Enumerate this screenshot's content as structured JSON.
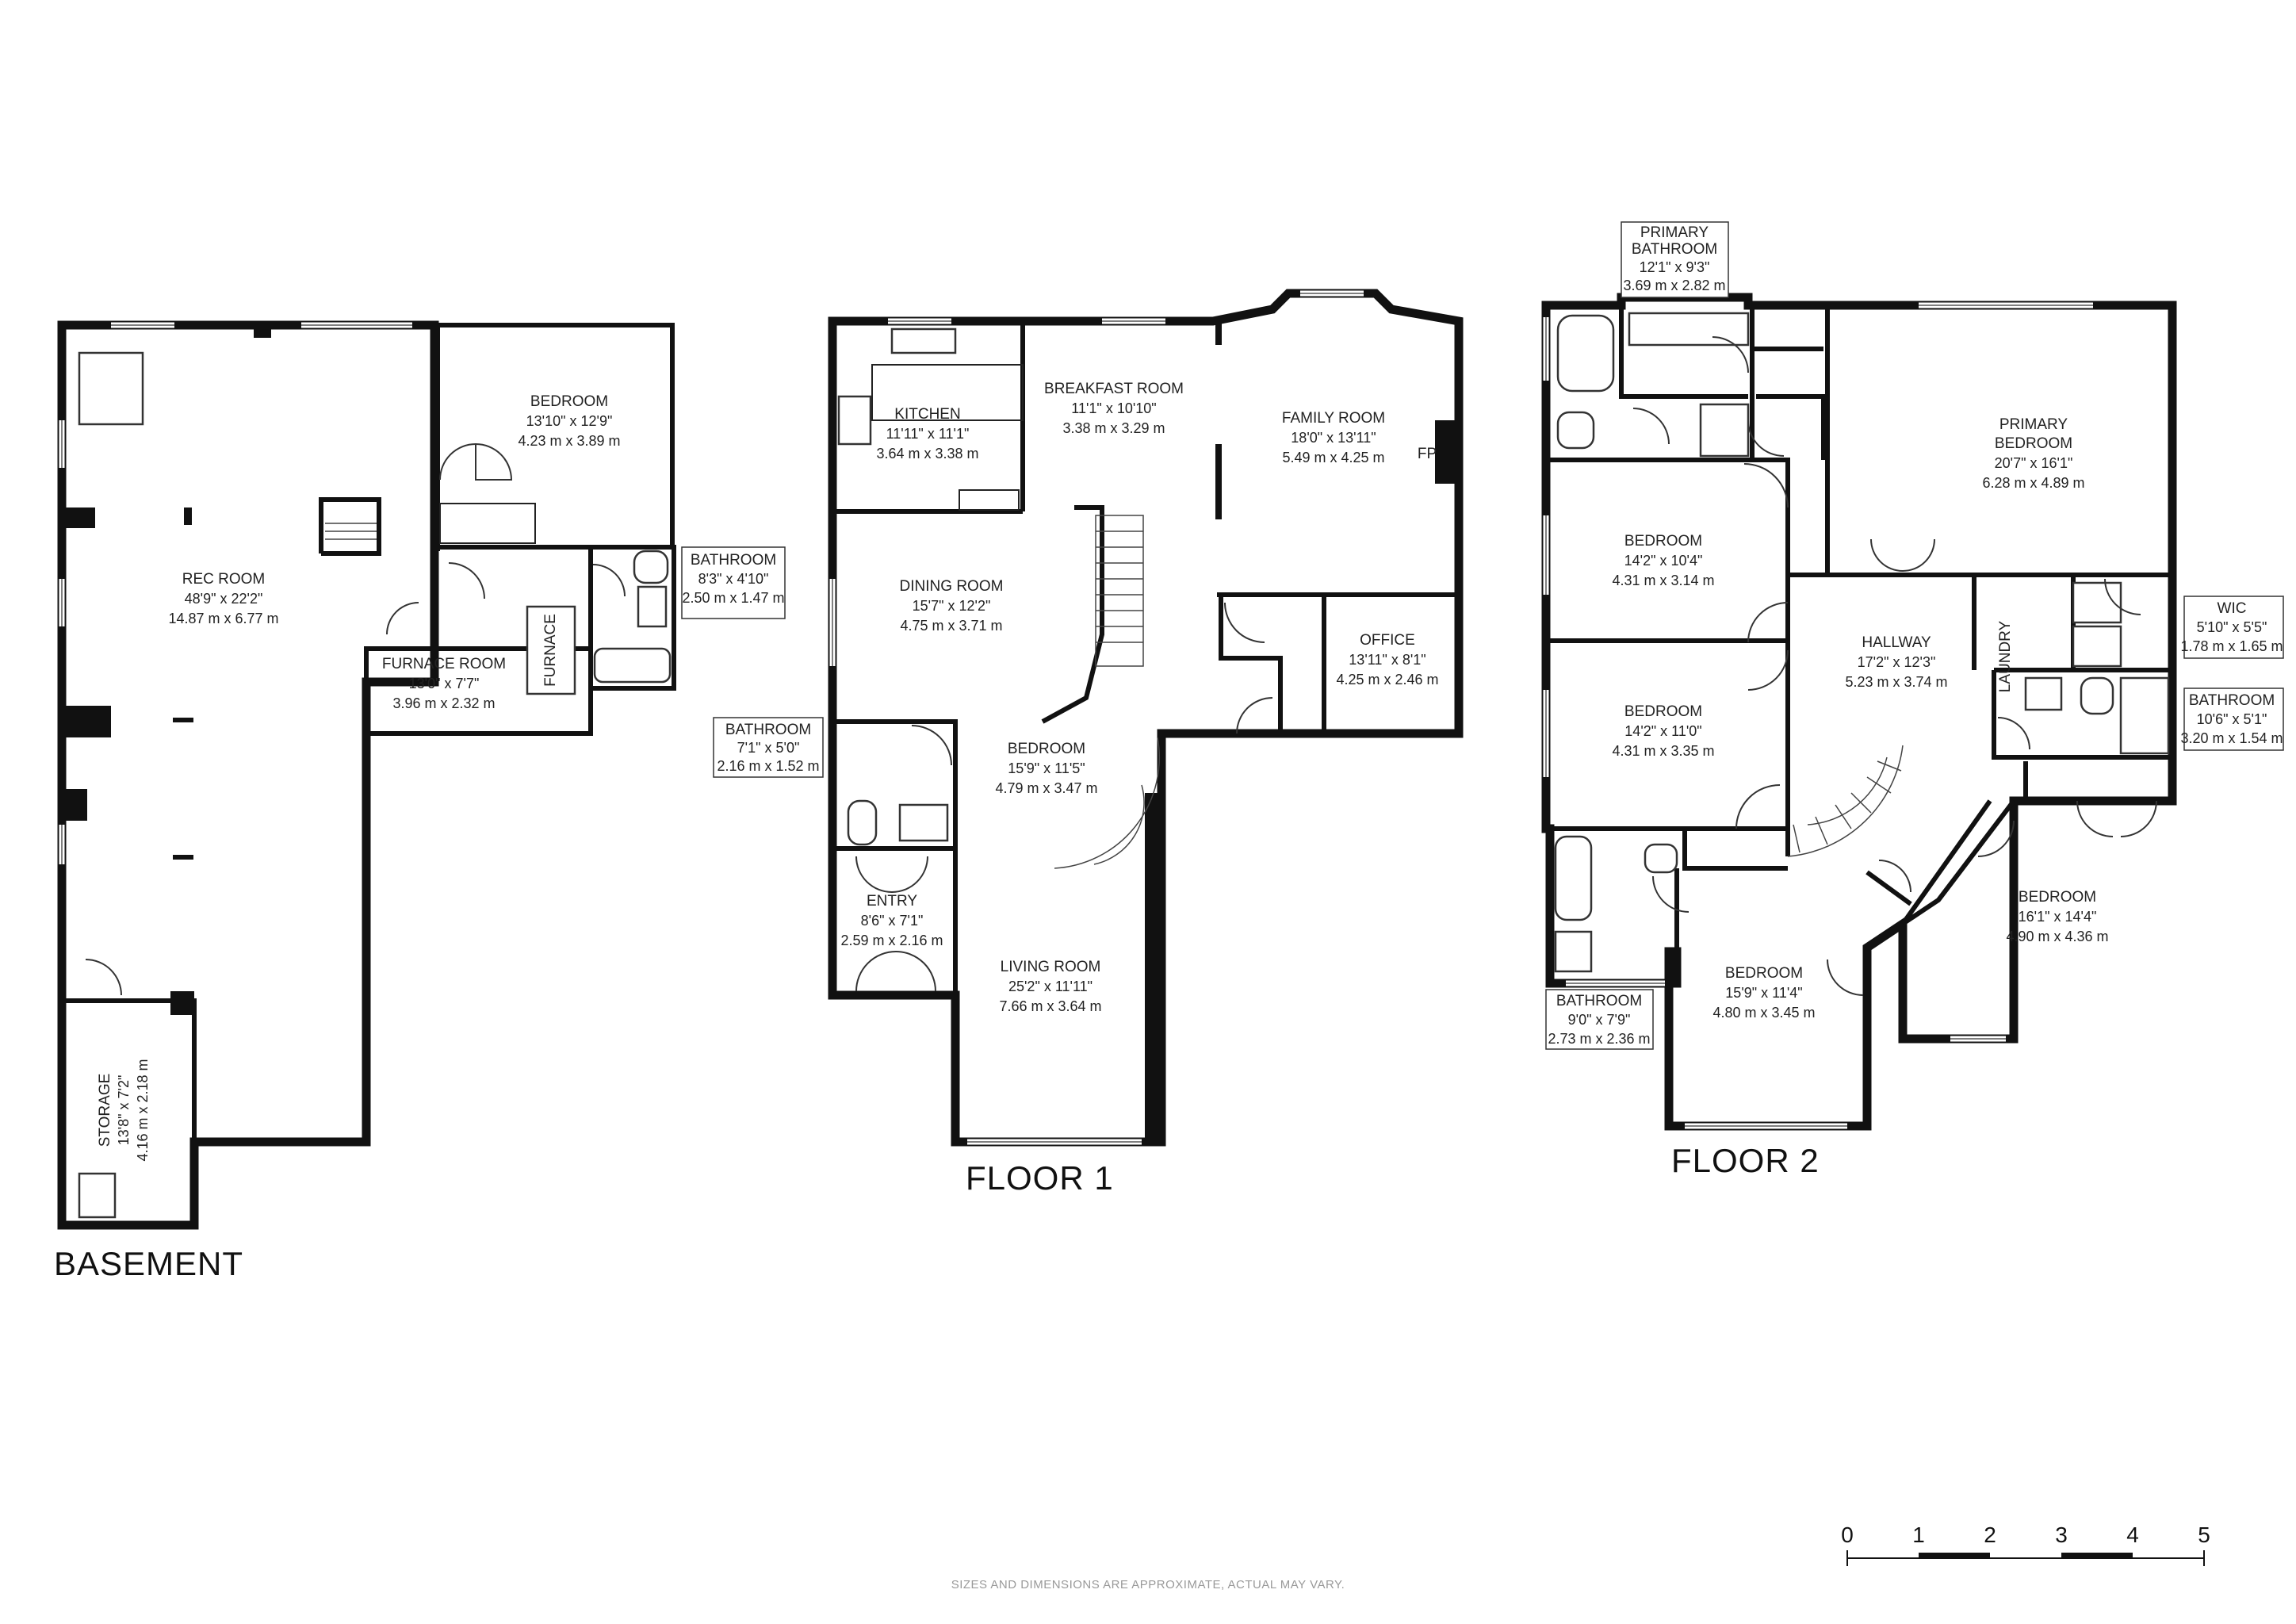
{
  "floors": {
    "basement": "BASEMENT",
    "floor1": "FLOOR 1",
    "floor2": "FLOOR 2"
  },
  "rooms": {
    "basement_bedroom": {
      "name": "BEDROOM",
      "imperial": "13'10\" x 12'9\"",
      "metric": "4.23 m x 3.89 m"
    },
    "rec_room": {
      "name": "REC ROOM",
      "imperial": "48'9\" x 22'2\"",
      "metric": "14.87 m x 6.77 m"
    },
    "furnace_room": {
      "name": "FURNACE ROOM",
      "imperial": "13'0\" x 7'7\"",
      "metric": "3.96 m x 2.32 m"
    },
    "furnace": {
      "name": "FURNACE"
    },
    "basement_bathroom": {
      "name": "BATHROOM",
      "imperial": "8'3\" x 4'10\"",
      "metric": "2.50 m x 1.47 m"
    },
    "storage": {
      "name": "STORAGE",
      "imperial": "13'8\" x 7'2\"",
      "metric": "4.16 m x 2.18 m"
    },
    "kitchen": {
      "name": "KITCHEN",
      "imperial": "11'11\" x 11'1\"",
      "metric": "3.64 m x 3.38 m"
    },
    "breakfast_room": {
      "name": "BREAKFAST ROOM",
      "imperial": "11'1\" x 10'10\"",
      "metric": "3.38 m x 3.29 m"
    },
    "family_room": {
      "name": "FAMILY ROOM",
      "imperial": "18'0\" x 13'11\"",
      "metric": "5.49 m x 4.25 m"
    },
    "fp": {
      "name": "FP"
    },
    "dining_room": {
      "name": "DINING ROOM",
      "imperial": "15'7\" x 12'2\"",
      "metric": "4.75 m x 3.71 m"
    },
    "office": {
      "name": "OFFICE",
      "imperial": "13'11\" x 8'1\"",
      "metric": "4.25 m x 2.46 m"
    },
    "floor1_bathroom": {
      "name": "BATHROOM",
      "imperial": "7'1\" x 5'0\"",
      "metric": "2.16 m x 1.52 m"
    },
    "floor1_bedroom": {
      "name": "BEDROOM",
      "imperial": "15'9\" x 11'5\"",
      "metric": "4.79 m x 3.47 m"
    },
    "entry": {
      "name": "ENTRY",
      "imperial": "8'6\" x 7'1\"",
      "metric": "2.59 m x 2.16 m"
    },
    "living_room": {
      "name": "LIVING ROOM",
      "imperial": "25'2\" x 11'11\"",
      "metric": "7.66 m x 3.64 m"
    },
    "primary_bathroom": {
      "name1": "PRIMARY",
      "name2": "BATHROOM",
      "imperial": "12'1\" x 9'3\"",
      "metric": "3.69 m x 2.82 m"
    },
    "primary_bedroom": {
      "name1": "PRIMARY",
      "name2": "BEDROOM",
      "imperial": "20'7\" x 16'1\"",
      "metric": "6.28 m x 4.89 m"
    },
    "f2_bedroom_a": {
      "name": "BEDROOM",
      "imperial": "14'2\" x 10'4\"",
      "metric": "4.31 m x 3.14 m"
    },
    "f2_bedroom_b": {
      "name": "BEDROOM",
      "imperial": "14'2\" x 11'0\"",
      "metric": "4.31 m x 3.35 m"
    },
    "hallway": {
      "name": "HALLWAY",
      "imperial": "17'2\" x 12'3\"",
      "metric": "5.23 m x 3.74 m"
    },
    "laundry": {
      "name": "LAUNDRY"
    },
    "wic": {
      "name": "WIC",
      "imperial": "5'10\" x 5'5\"",
      "metric": "1.78 m x 1.65 m"
    },
    "f2_bathroom_right": {
      "name": "BATHROOM",
      "imperial": "10'6\" x 5'1\"",
      "metric": "3.20 m x 1.54 m"
    },
    "f2_bedroom_c": {
      "name": "BEDROOM",
      "imperial": "16'1\" x 14'4\"",
      "metric": "4.90 m x 4.36 m"
    },
    "f2_bedroom_d": {
      "name": "BEDROOM",
      "imperial": "15'9\" x 11'4\"",
      "metric": "4.80 m x 3.45 m"
    },
    "f2_bathroom_left": {
      "name": "BATHROOM",
      "imperial": "9'0\" x 7'9\"",
      "metric": "2.73 m x 2.36 m"
    }
  },
  "scale": {
    "ticks": [
      "0",
      "1",
      "2",
      "3",
      "4",
      "5"
    ]
  },
  "disclaimer": "SIZES AND DIMENSIONS ARE APPROXIMATE, ACTUAL MAY VARY."
}
